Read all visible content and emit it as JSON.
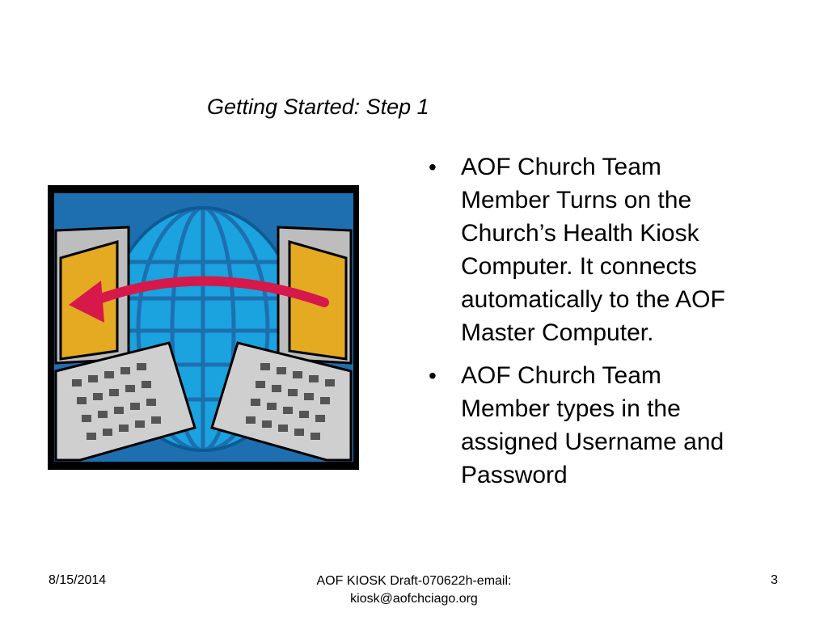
{
  "slide": {
    "title": "Getting Started: Step 1",
    "bullets": [
      {
        "text": "AOF Church Team\nMember Turns on the\nChurch’s  Health Kiosk\nComputer. It connects\nautomatically to the AOF\nMaster Computer."
      },
      {
        "text": "AOF Church Team\nMember types in the\nassigned Username and\nPassword"
      }
    ],
    "bullet_symbol": "•"
  },
  "clipart": {
    "icon": "computers-globe-connection-icon",
    "colors": {
      "frame": "#000000",
      "background": "#1E6FB0",
      "globe": "#1AA3DF",
      "screen": "#E3AA22",
      "arrow": "#D6184A",
      "device": "#C8C8C8"
    }
  },
  "footer": {
    "date": "8/15/2014",
    "center_line1": "AOF KIOSK Draft-070622h-email:",
    "center_line2": "kiosk@aofchciago.org",
    "page_number": "3"
  }
}
